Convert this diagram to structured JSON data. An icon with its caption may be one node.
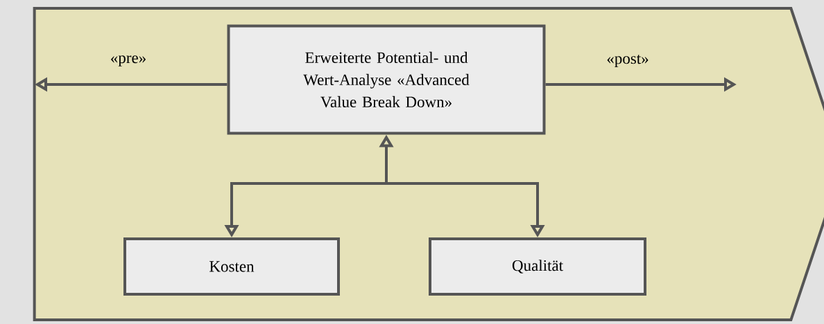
{
  "diagram": {
    "nodes": [
      {
        "text": [],
        "shape": "arrow"
      },
      {
        "text": [
          "Erweiterte Potential- und Wert-Analyse «Advanced Value Break Down»"
        ],
        "in": 0
      },
      {
        "text": [
          "Kosten"
        ],
        "in": 0
      },
      {
        "text": [
          "Qualität"
        ],
        "in": 0
      }
    ],
    "edges": [
      {
        "from": 1,
        "to": null,
        "arrow": "to",
        "label": "«pre»"
      },
      {
        "from": 1,
        "to": null,
        "arrow": "to",
        "label": "«post»"
      },
      {
        "from": 1,
        "to": 2,
        "arrow": "both"
      },
      {
        "from": 1,
        "to": 3,
        "arrow": "both"
      }
    ]
  }
}
